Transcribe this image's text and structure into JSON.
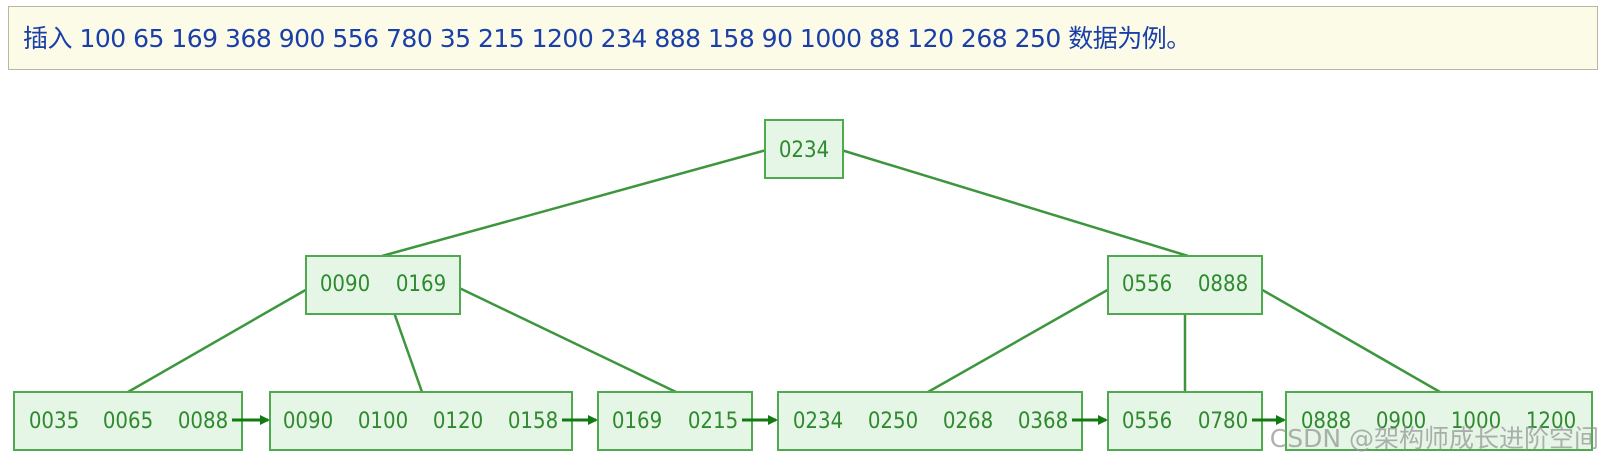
{
  "intro": {
    "text": "插入 100 65 169 368 900 556 780 35 215 1200 234 888 158 90 1000 88 120 268 250 数据为例。"
  },
  "tree": {
    "root": {
      "keys": [
        "0234"
      ]
    },
    "internal_nodes": [
      {
        "keys": [
          "0090",
          "0169"
        ]
      },
      {
        "keys": [
          "0556",
          "0888"
        ]
      }
    ],
    "leaves": [
      {
        "keys": [
          "0035",
          "0065",
          "0088"
        ]
      },
      {
        "keys": [
          "0090",
          "0100",
          "0120",
          "0158"
        ]
      },
      {
        "keys": [
          "0169",
          "0215"
        ]
      },
      {
        "keys": [
          "0234",
          "0250",
          "0268",
          "0368"
        ]
      },
      {
        "keys": [
          "0556",
          "0780"
        ]
      },
      {
        "keys": [
          "0888",
          "0900",
          "1000",
          "1200"
        ]
      }
    ],
    "colors": {
      "node_fill": "#e6f6e6",
      "node_border": "#4faa4f",
      "edge": "#3d963d",
      "leaf_arrow": "#117a11",
      "text": "#2f8a2f"
    }
  },
  "watermark": {
    "text": "CSDN @架构师成长进阶空间"
  }
}
